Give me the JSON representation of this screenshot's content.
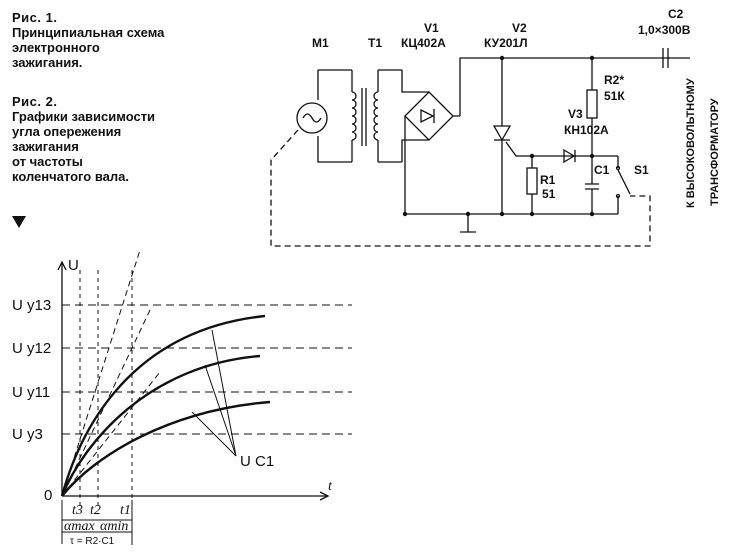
{
  "captions": [
    {
      "head": "Рис. 1.",
      "lines": [
        "Принципиальная схема",
        "электронного",
        "зажигания."
      ]
    },
    {
      "head": "Рис. 2.",
      "lines": [
        "Графики зависимости",
        "угла опережения",
        "зажигания",
        "от частоты",
        "коленчатого вала."
      ]
    }
  ],
  "schematic": {
    "M1": "M1",
    "T1": "T1",
    "V1": {
      "ref": "V1",
      "part": "КЦ402А"
    },
    "V2": {
      "ref": "V2",
      "part": "КУ201Л"
    },
    "V3": {
      "ref": "V3",
      "part": "КН102А"
    },
    "R1": {
      "ref": "R1",
      "val": "51"
    },
    "R2": {
      "ref": "R2*",
      "val": "51К"
    },
    "C1": "C1",
    "C2": {
      "ref": "C2",
      "val": "1,0×300В"
    },
    "S1": "S1",
    "out_line1": "К ВЫСОКОВОЛЬТНОМУ",
    "out_line2": "ТРАНСФОРМАТОРУ"
  },
  "graph": {
    "y_axis_label": "U",
    "x_axis_label": "t",
    "origin": "0",
    "levels": [
      "U y13",
      "U y12",
      "U y11",
      "U y3"
    ],
    "curve_label": "U C1",
    "t_ticks": [
      "t3",
      "t2",
      "t1"
    ],
    "alpha_max": "αmax",
    "alpha_min": "αmin",
    "tau": "τ = R2·C1"
  },
  "colors": {
    "ink": "#111111",
    "paper": "#ffffff"
  }
}
